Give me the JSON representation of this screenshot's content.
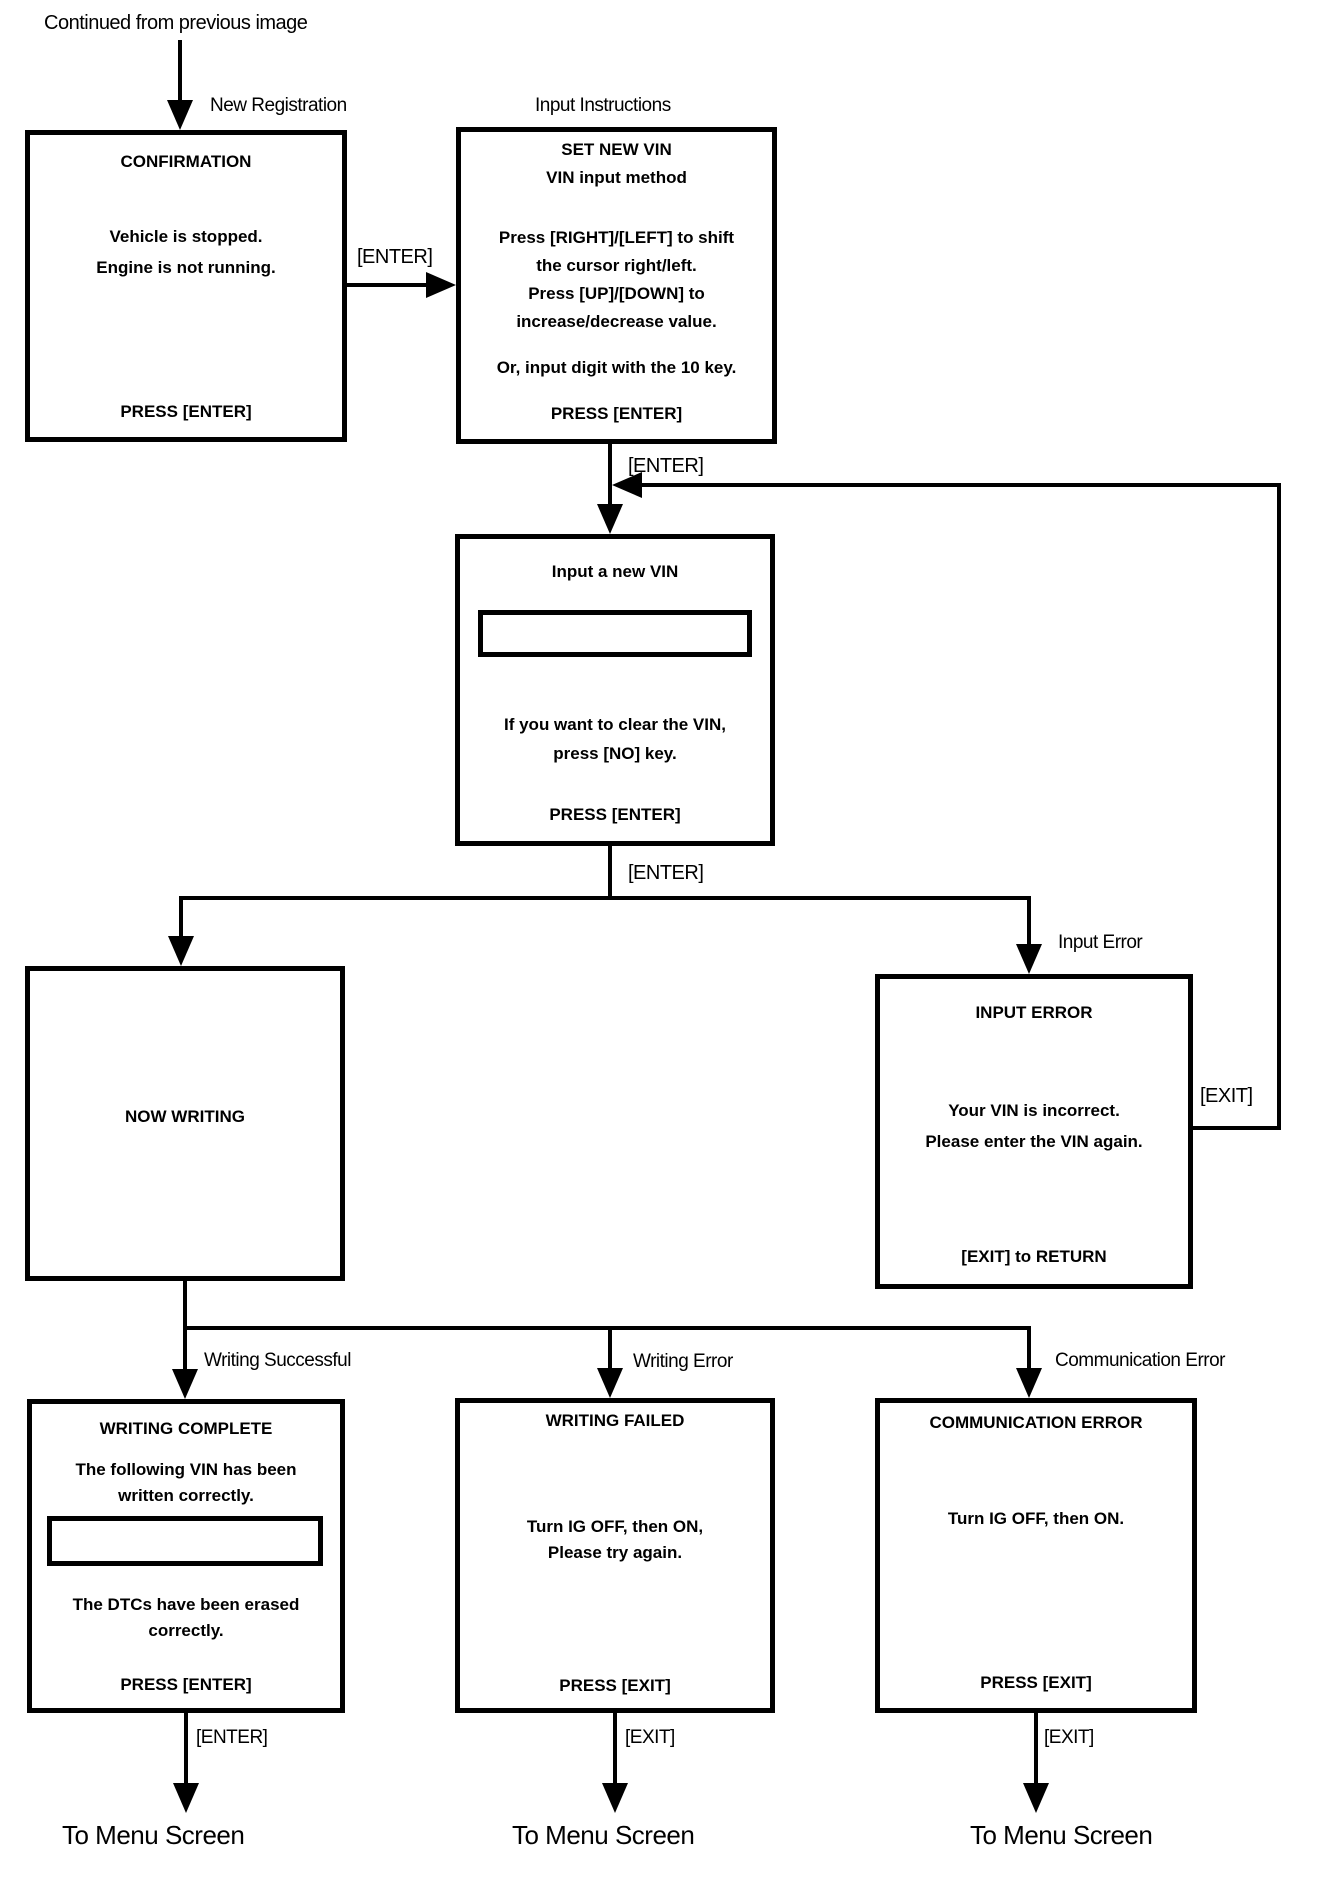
{
  "page": {
    "continued_label": "Continued from previous image",
    "to_menu_label": "To Menu Screen"
  },
  "keys": {
    "enter": "[ENTER]",
    "exit": "[EXIT]"
  },
  "branch_labels": {
    "new_registration": "New Registration",
    "input_instructions": "Input Instructions",
    "input_error": "Input Error",
    "writing_successful": "Writing Successful",
    "writing_error": "Writing Error",
    "communication_error": "Communication Error"
  },
  "boxes": {
    "confirmation": {
      "title": "CONFIRMATION",
      "body": [
        "Vehicle is stopped.",
        "Engine is not running."
      ],
      "footer": "PRESS [ENTER]"
    },
    "set_new_vin": {
      "title_line1": "SET NEW VIN",
      "title_line2": "VIN input method",
      "body": [
        "Press [RIGHT]/[LEFT] to shift",
        "the cursor right/left.",
        "Press [UP]/[DOWN] to",
        "increase/decrease value."
      ],
      "note": "Or, input digit with the 10 key.",
      "footer": "PRESS [ENTER]"
    },
    "input_new_vin": {
      "title": "Input a new VIN",
      "vin_field_value": "",
      "body": [
        "If you want to clear the VIN,",
        "press [NO] key."
      ],
      "footer": "PRESS [ENTER]"
    },
    "now_writing": {
      "title": "NOW WRITING"
    },
    "input_error": {
      "title": "INPUT ERROR",
      "body": [
        "Your VIN is incorrect.",
        "Please enter the VIN again."
      ],
      "footer": "[EXIT] to RETURN"
    },
    "writing_complete": {
      "title": "WRITING COMPLETE",
      "body1": [
        "The following VIN has been",
        "written correctly."
      ],
      "vin_field_value": "",
      "body2": [
        "The DTCs have been erased",
        "correctly."
      ],
      "footer": "PRESS [ENTER]"
    },
    "writing_failed": {
      "title": "WRITING FAILED",
      "body": [
        "Turn IG OFF, then ON,",
        "Please try again."
      ],
      "footer": "PRESS [EXIT]"
    },
    "communication_error": {
      "title": "COMMUNICATION ERROR",
      "body": [
        "Turn IG OFF, then ON."
      ],
      "footer": "PRESS [EXIT]"
    }
  },
  "colors": {
    "line": "#000000",
    "background": "#ffffff"
  }
}
